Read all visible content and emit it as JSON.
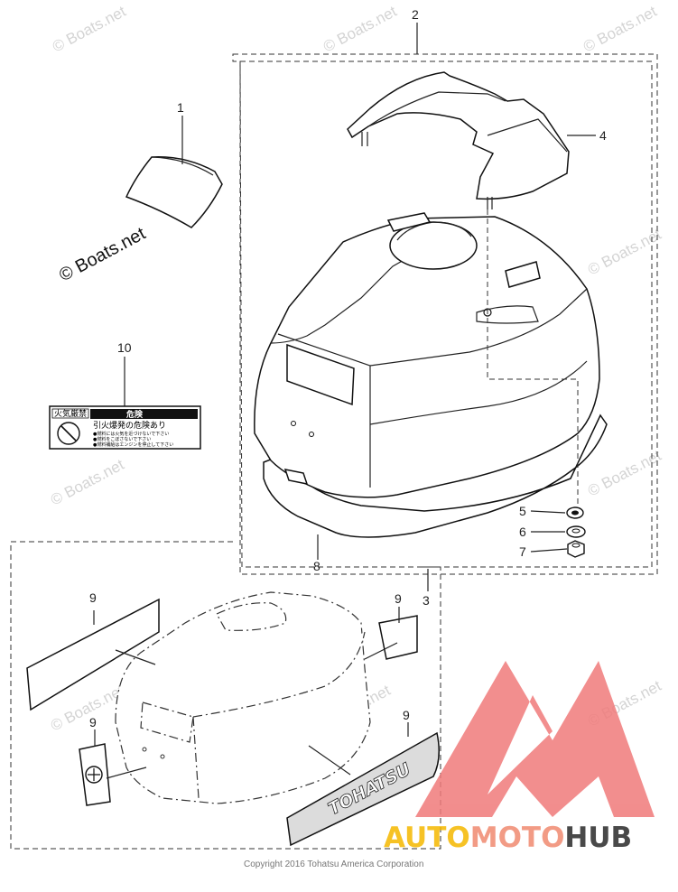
{
  "callouts": {
    "c1": "1",
    "c2": "2",
    "c3": "3",
    "c4": "4",
    "c5": "5",
    "c6": "6",
    "c7": "7",
    "c8": "8",
    "c9": "9",
    "c10": "10"
  },
  "watermarks": {
    "boats_net": "© Boats.net"
  },
  "warning_label": {
    "header_left": "火気厳禁",
    "header_right": "危険",
    "line1": "引火爆発の危険あり",
    "line2": "●燃料には火気を近づけないで下さい",
    "line3": "●燃料をこぼさないで下さい",
    "line4": "●燃料補給はエンジンを停止して下さい"
  },
  "decal": {
    "brand": "TOHATSU"
  },
  "footer": {
    "copyright": "Copyright 2016 Tohatsu America Corporation"
  },
  "logo": {
    "part1": "AUTO",
    "part2": "MOTO",
    "part3": "HUB",
    "color1": "#f5b800",
    "color2": "#f08a70",
    "color3": "#2a2a2a",
    "mark_color": "#f07a7a"
  }
}
